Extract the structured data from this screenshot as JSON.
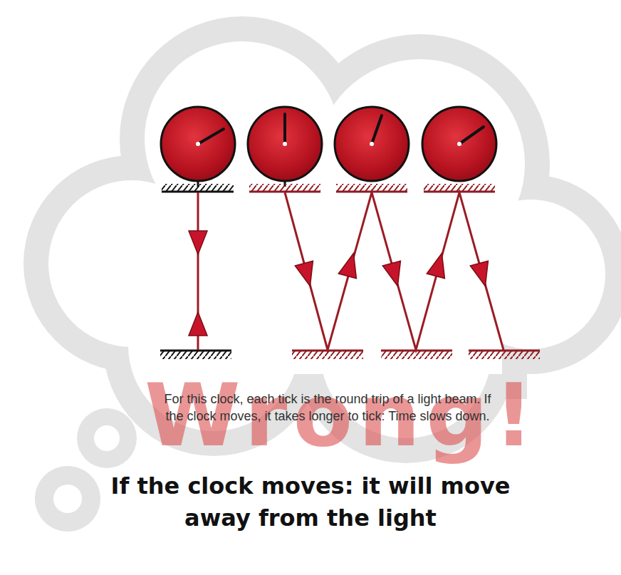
{
  "diagram": {
    "caption": "If the clock moves: it will move away from the light",
    "labels": [
      "Wrong!",
      "For this clock, each tick is the round trip of a light beam. If the clock moves, it takes longer to tick: Time slows down."
    ]
  }
}
